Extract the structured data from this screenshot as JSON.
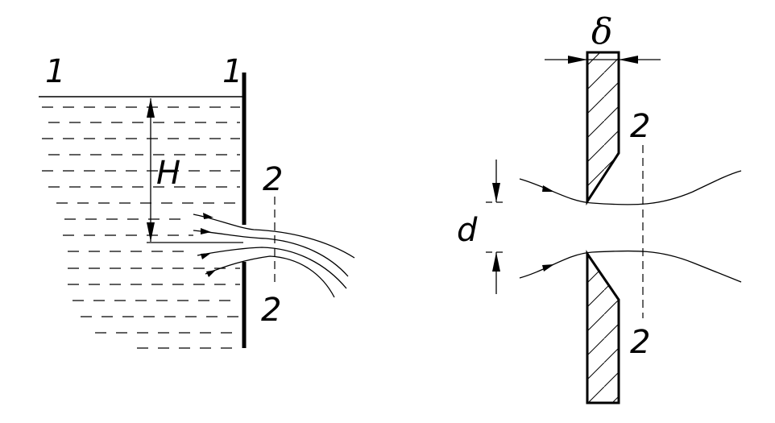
{
  "left_figure": {
    "section_label_top_left": "1",
    "section_label_top_right": "1",
    "section_label_mid_upper": "2",
    "section_label_mid_lower": "2",
    "head_label": "H"
  },
  "right_figure": {
    "thickness_label": "δ",
    "diameter_label": "d",
    "section_label_upper": "2",
    "section_label_lower": "2"
  }
}
